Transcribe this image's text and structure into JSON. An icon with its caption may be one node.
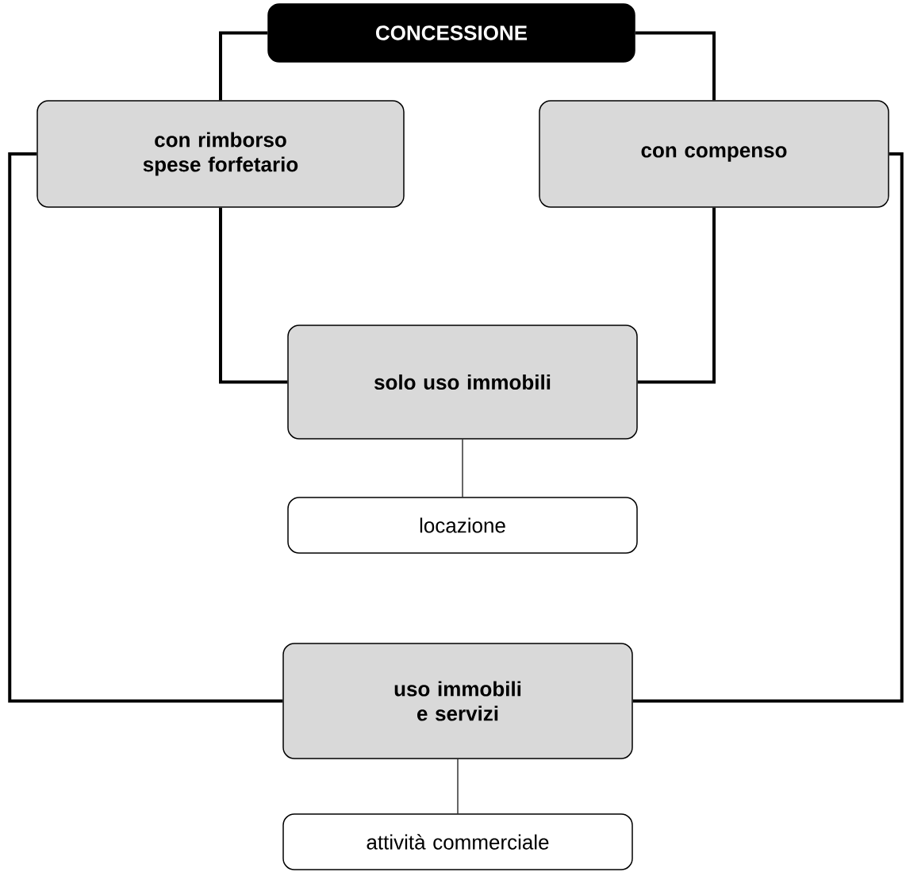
{
  "diagram": {
    "nodes": [
      {
        "text": [
          "CONCESSIONE"
        ]
      },
      {
        "text": [
          "con rimborso spese forfetario"
        ]
      },
      {
        "text": [
          "con compenso"
        ]
      },
      {
        "text": [
          "solo uso immobili"
        ]
      },
      {
        "text": [
          "locazione"
        ]
      },
      {
        "text": [
          "uso immobili e servizi"
        ]
      },
      {
        "text": [
          "attività commerciale"
        ]
      }
    ],
    "edges": [
      {
        "from": 0,
        "to": 1,
        "arrow": "none"
      },
      {
        "from": 0,
        "to": 2,
        "arrow": "none"
      },
      {
        "from": 1,
        "to": 3,
        "arrow": "none"
      },
      {
        "from": 2,
        "to": 3,
        "arrow": "none"
      },
      {
        "from": 3,
        "to": 4,
        "arrow": "none"
      },
      {
        "from": 1,
        "to": 5,
        "arrow": "none"
      },
      {
        "from": 2,
        "to": 5,
        "arrow": "none"
      },
      {
        "from": 5,
        "to": 6,
        "arrow": "none"
      }
    ]
  }
}
